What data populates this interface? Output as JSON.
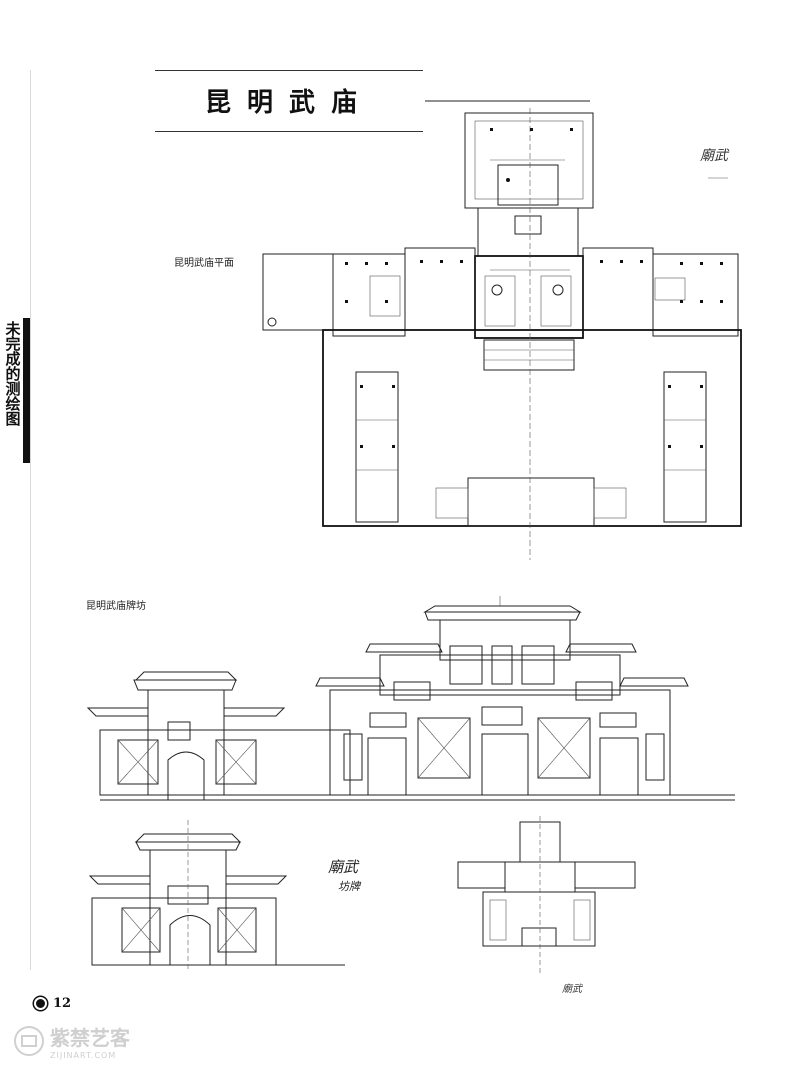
{
  "header": {
    "title": "昆明武庙"
  },
  "side_tab": {
    "text": "未完成的测绘图"
  },
  "figures": {
    "plan_label": "昆明武庙平面",
    "paifang_label": "昆明武庙牌坊"
  },
  "footer": {
    "page_number": "12"
  },
  "watermark": {
    "name": "紫禁艺客",
    "url": "ZIJINART.COM"
  }
}
